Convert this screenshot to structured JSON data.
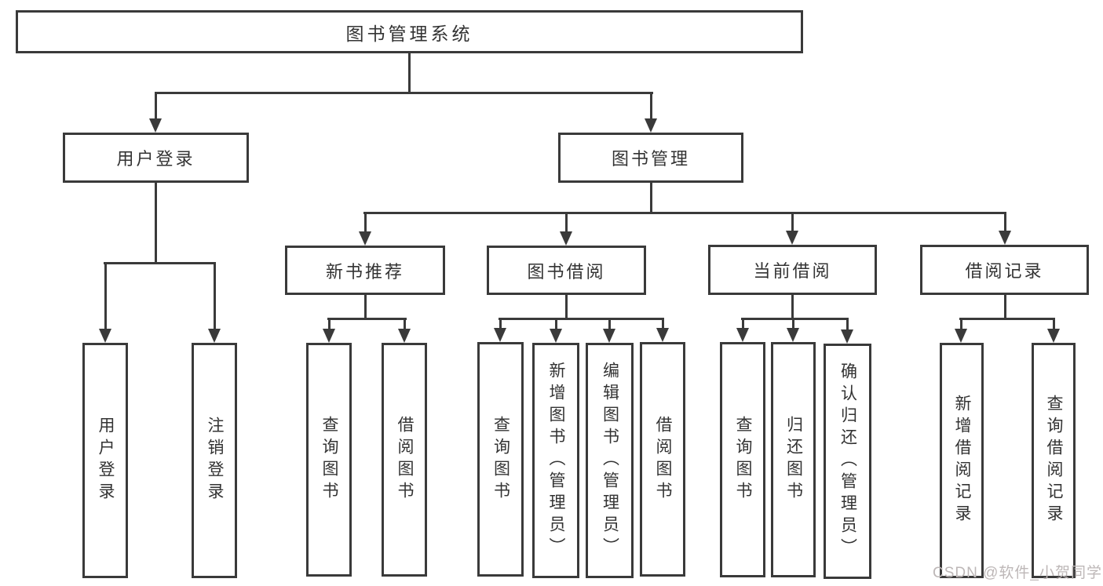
{
  "root": {
    "label": "图书管理系统"
  },
  "branches": {
    "user_login": {
      "label": "用户登录",
      "children": [
        {
          "label": "用户登录"
        },
        {
          "label": "注销登录"
        }
      ]
    },
    "book_mgmt": {
      "label": "图书管理",
      "children": [
        {
          "label": "新书推荐",
          "children": [
            {
              "label": "查询图书"
            },
            {
              "label": "借阅图书"
            }
          ]
        },
        {
          "label": "图书借阅",
          "children": [
            {
              "label": "查询图书"
            },
            {
              "label": "新增图书（管理员）"
            },
            {
              "label": "编辑图书（管理员）"
            },
            {
              "label": "借阅图书"
            }
          ]
        },
        {
          "label": "当前借阅",
          "children": [
            {
              "label": "查询图书"
            },
            {
              "label": "归还图书"
            },
            {
              "label": "确认归还（管理员）"
            }
          ]
        },
        {
          "label": "借阅记录",
          "children": [
            {
              "label": "新增借阅记录"
            },
            {
              "label": "查询借阅记录"
            }
          ]
        }
      ]
    }
  },
  "watermark": {
    "text": "CSDN @软件_小贺同学"
  },
  "colors": {
    "line": "#3a3a3a",
    "text": "#333333",
    "watermark": "#bdb7b7",
    "background": "#ffffff"
  }
}
